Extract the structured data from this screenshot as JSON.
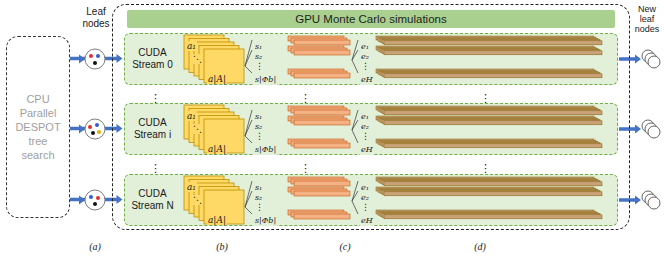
{
  "diagram": {
    "nodes": [
      {
        "text": [
          "CPU Parallel DESPOT tree search"
        ]
      },
      {
        "text": [
          "GPU Monte Carlo simulations"
        ]
      },
      {
        "text": [
          "CUDA Stream 0"
        ],
        "in": 1
      },
      {
        "text": [
          "CUDA Stream i"
        ],
        "in": 1
      },
      {
        "text": [
          "CUDA Stream N"
        ],
        "in": 1
      }
    ],
    "edges": [
      {
        "from": 0,
        "to": 2,
        "arrow": "to"
      },
      {
        "from": 0,
        "to": 3,
        "arrow": "to"
      },
      {
        "from": 0,
        "to": 4,
        "arrow": "to"
      }
    ],
    "labels": [
      "Leaf nodes",
      "New leaf nodes",
      "a₁",
      "⋱",
      "a|A|",
      "s₁",
      "s₂",
      "⋮",
      "s|Φb|",
      "e₁",
      "e₂",
      "⋮",
      "eH",
      "a₁",
      "⋱",
      "a|A|",
      "s₁",
      "s₂",
      "⋮",
      "s|Φb|",
      "e₁",
      "e₂",
      "⋮",
      "eH",
      "a₁",
      "⋱",
      "a|A|",
      "s₁",
      "s₂",
      "⋮",
      "s|Φb|",
      "e₁",
      "e₂",
      "⋮",
      "eH",
      "⋮",
      "⋮",
      "⋮",
      "⋮",
      "⋮",
      "⋮",
      "(a)",
      "(b)",
      "(c)",
      "(d)"
    ]
  }
}
